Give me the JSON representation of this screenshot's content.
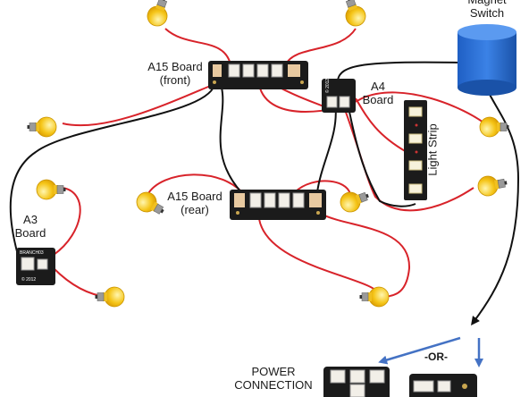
{
  "labels": {
    "a15_front": "A15 Board\n(front)",
    "a15_rear": "A15 Board\n(rear)",
    "a4": "A4\nBoard",
    "a3": "A3\nBoard",
    "magnet_switch": "Magnet\nSwitch",
    "light_strip": "Light Strip",
    "power_connection": "POWER\nCONNECTION",
    "or": "-OR-"
  },
  "board_print": {
    "a4_year": "© 2012",
    "a3_brand": "BRANCH03",
    "a3_year": "© 2012"
  },
  "colors": {
    "wire_red": "#d8232a",
    "wire_black": "#111111",
    "arrow_blue": "#4472c4",
    "bulb_yellow": "#f5c518",
    "magnet_blue": "#2e6fd1",
    "board_black": "#1b1b1b"
  },
  "icons": {
    "bulb": "light-bulb-icon",
    "magnet": "magnet-switch-icon",
    "strip": "led-strip-icon"
  }
}
